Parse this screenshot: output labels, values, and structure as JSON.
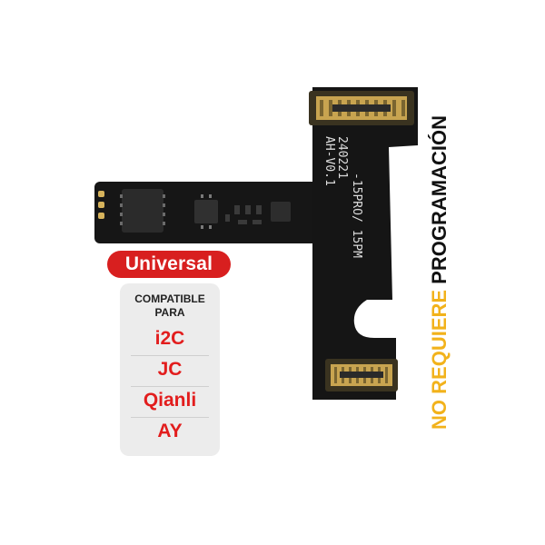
{
  "product": {
    "board_marking_line1": "-15PRO/ 15PM",
    "board_marking_line2": "240221",
    "board_marking_line3": "AH-V0.1"
  },
  "badge": {
    "label": "Universal",
    "color": "#d81f1f"
  },
  "compatibility": {
    "title": "COMPATIBLE PARA",
    "items": [
      "i2C",
      "JC",
      "Qianli",
      "AY"
    ],
    "item_color": "#e21d1d"
  },
  "notice": {
    "part1": "NO REQUIERE",
    "part2": "PROGRAMACIÓN",
    "part1_color": "#f2b21b",
    "part2_color": "#111111"
  }
}
